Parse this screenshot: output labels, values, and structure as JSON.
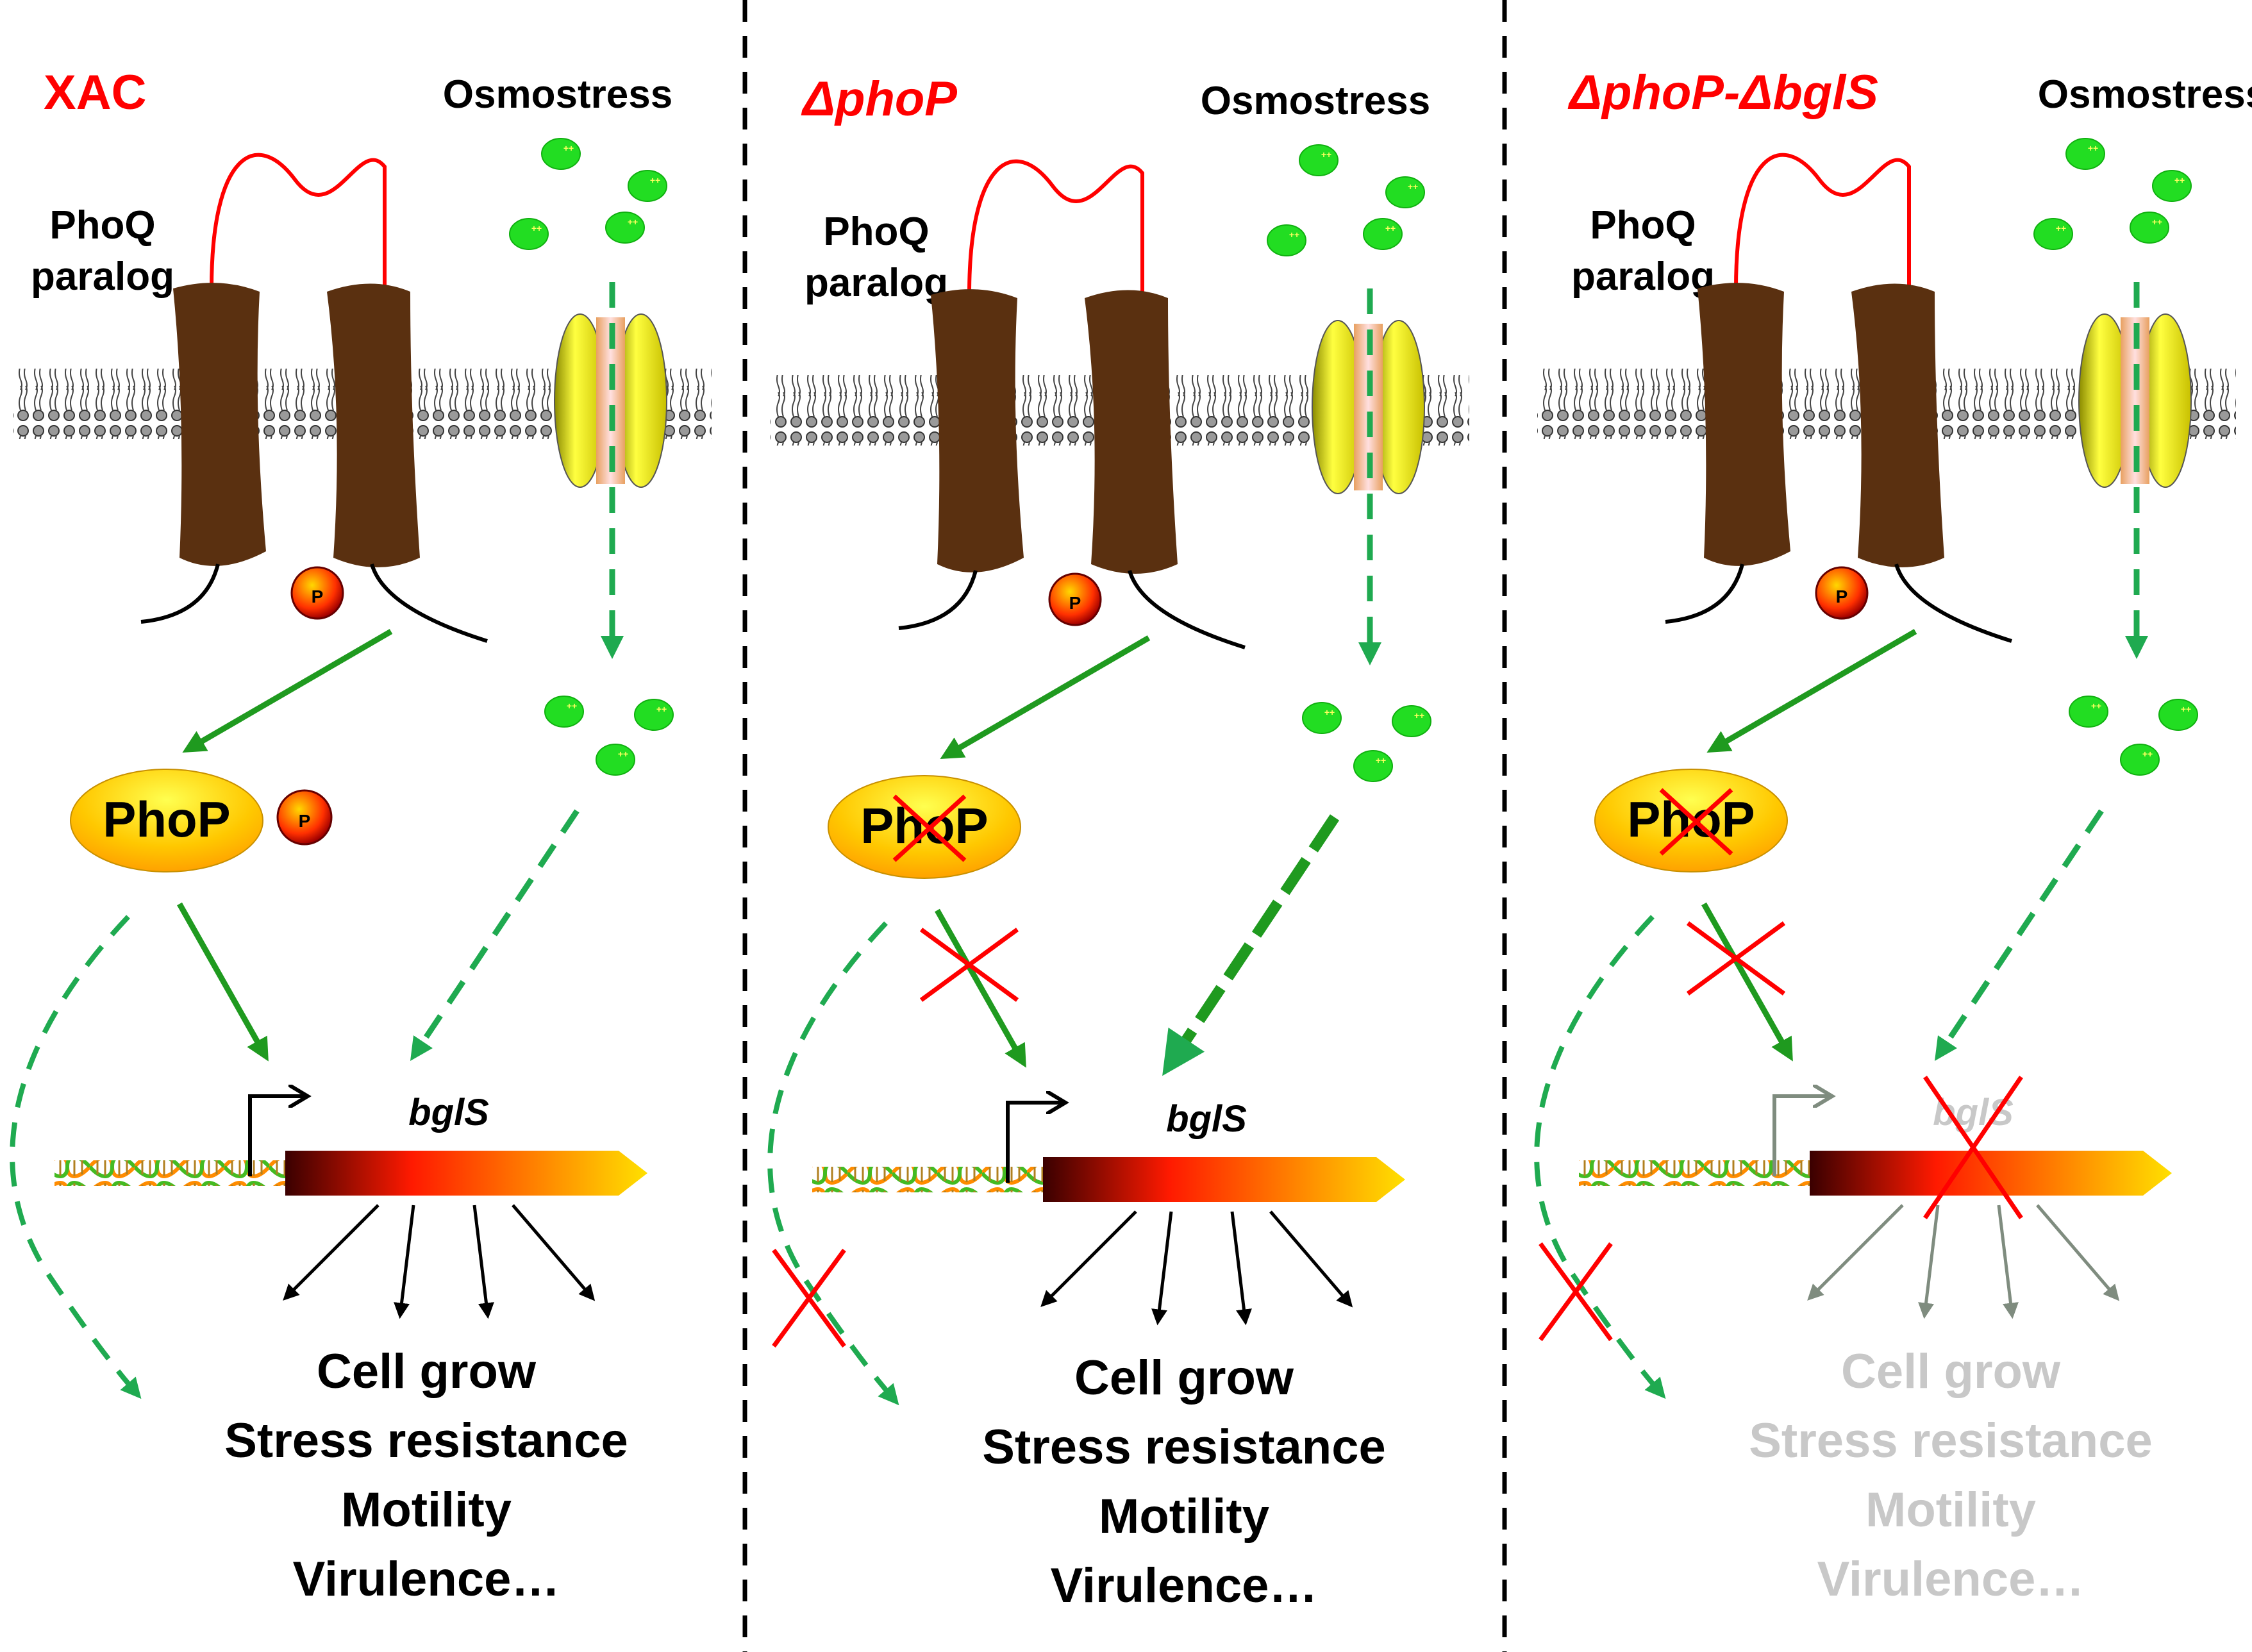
{
  "panels": [
    {
      "id": "xac",
      "title": "XAC",
      "title_italic": false,
      "stress_label": "Osmostress",
      "receptor_label_line1": "PhoQ",
      "receptor_label_line2": "paralog",
      "regulator_label": "PhoP",
      "phosphate_label": "P",
      "ion_label": "++",
      "gene_label": "bglS",
      "phenotypes": [
        "Cell grow",
        "Stress resistance",
        "Motility",
        "Virulence…"
      ],
      "phop_deleted": false,
      "bgls_deleted": false
    },
    {
      "id": "dphoP",
      "title": "ΔphoP",
      "title_italic": true,
      "stress_label": "Osmostress",
      "receptor_label_line1": "PhoQ",
      "receptor_label_line2": "paralog",
      "regulator_label": "PhoP",
      "phosphate_label": "P",
      "ion_label": "++",
      "gene_label": "bglS",
      "phenotypes": [
        "Cell grow",
        "Stress resistance",
        "Motility",
        "Virulence…"
      ],
      "phop_deleted": true,
      "bgls_deleted": false
    },
    {
      "id": "dphoP_dbglS",
      "title": "ΔphoP-ΔbglS",
      "title_italic": true,
      "stress_label": "Osmostress",
      "receptor_label_line1": "PhoQ",
      "receptor_label_line2": "paralog",
      "regulator_label": "PhoP",
      "phosphate_label": "P",
      "ion_label": "++",
      "gene_label": "bglS",
      "phenotypes": [
        "Cell grow",
        "Stress resistance",
        "Motility",
        "Virulence…"
      ],
      "phop_deleted": true,
      "bgls_deleted": true
    }
  ],
  "colors": {
    "title_red": "#ff0000",
    "receptor_brown": "#5a3010",
    "arrow_green": "#1f9a1f",
    "dashed_green": "#1faa50",
    "ion_green": "#22dd22",
    "channel_yellow": "#f2ef1e",
    "phop_gold": "#ffc000",
    "cross_red": "#ff0000",
    "faded_text": "#c8c8c8",
    "faded_arrow": "#7f8c7f"
  }
}
